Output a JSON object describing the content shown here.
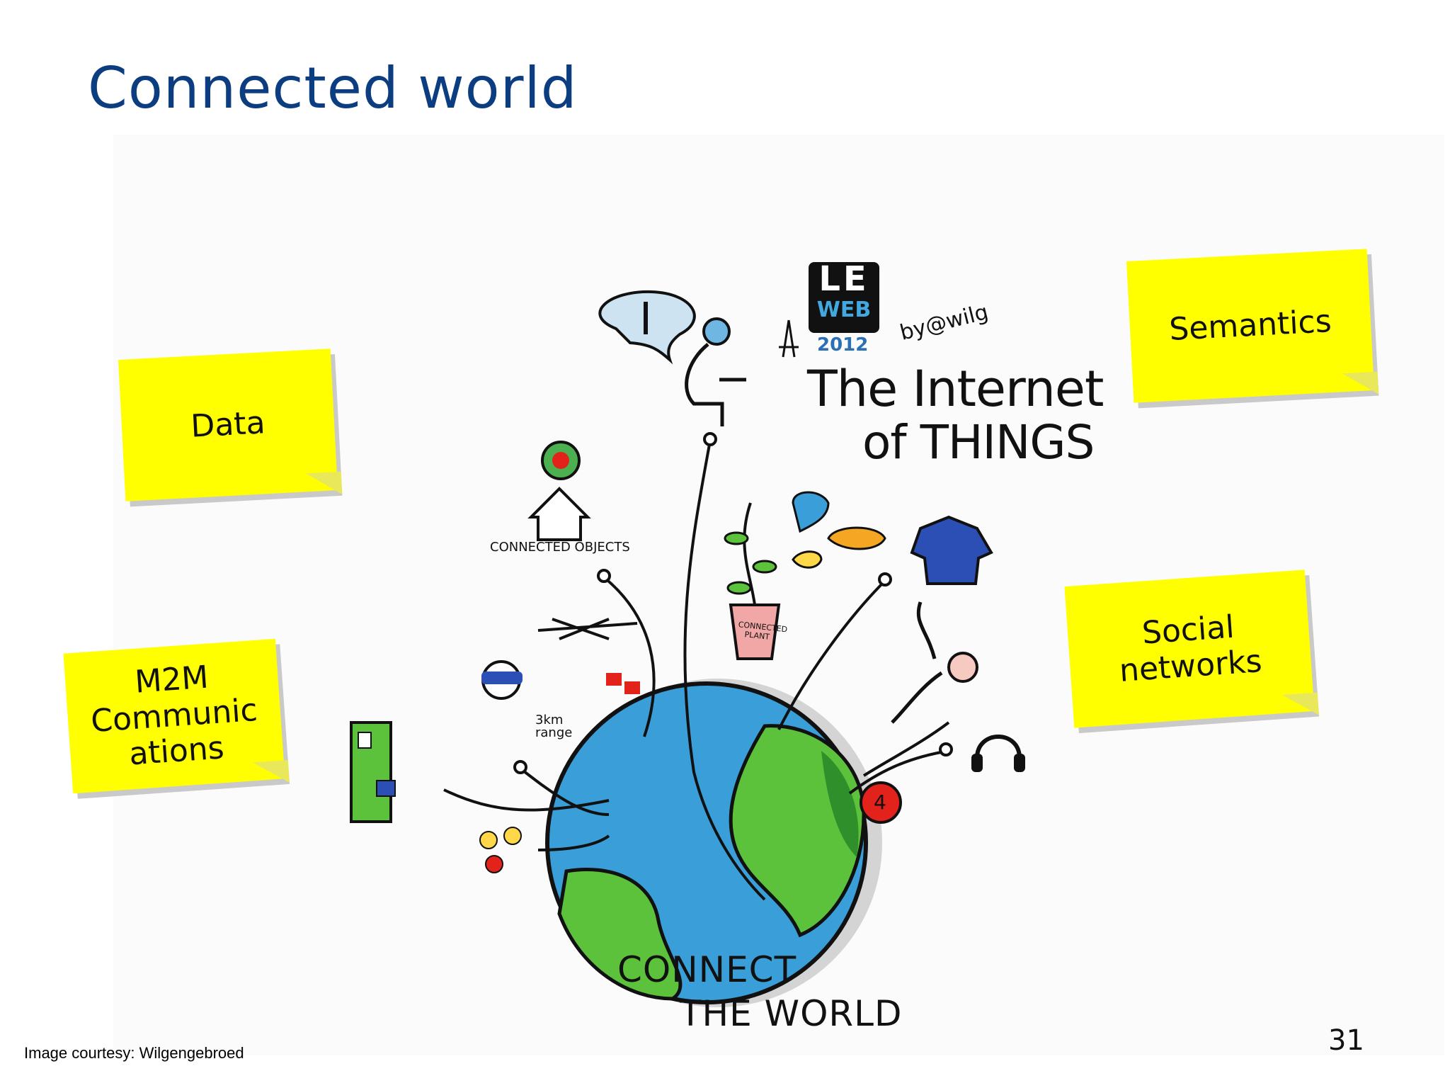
{
  "slide": {
    "title": "Connected world",
    "page_number": "31",
    "credit": "Image courtesy: Wilgengebroed"
  },
  "notes": {
    "data": "Data",
    "semantics": "Semantics",
    "m2m_line1": "M2M",
    "m2m_line2": "Communic",
    "m2m_line3": "ations",
    "social_line1": "Social",
    "social_line2": "networks"
  },
  "illustration": {
    "leweb_le": "LE",
    "leweb_web": "WEB",
    "leweb_year": "2012",
    "byline": "by@wilg",
    "headline_1": "The Internet",
    "headline_2": "of THINGS",
    "connected_objects": "CONNECTED OBJECTS",
    "connected_plant": "CONNECTED PLANT",
    "range": "3km range",
    "badge": "4",
    "connect_1": "CONNECT",
    "connect_2": "THE WORLD"
  },
  "colors": {
    "title": "#0b3d80",
    "sticky_note": "#ffff00",
    "ocean": "#3a9fd8",
    "land": "#5cc23c",
    "badge": "#e3221b"
  }
}
